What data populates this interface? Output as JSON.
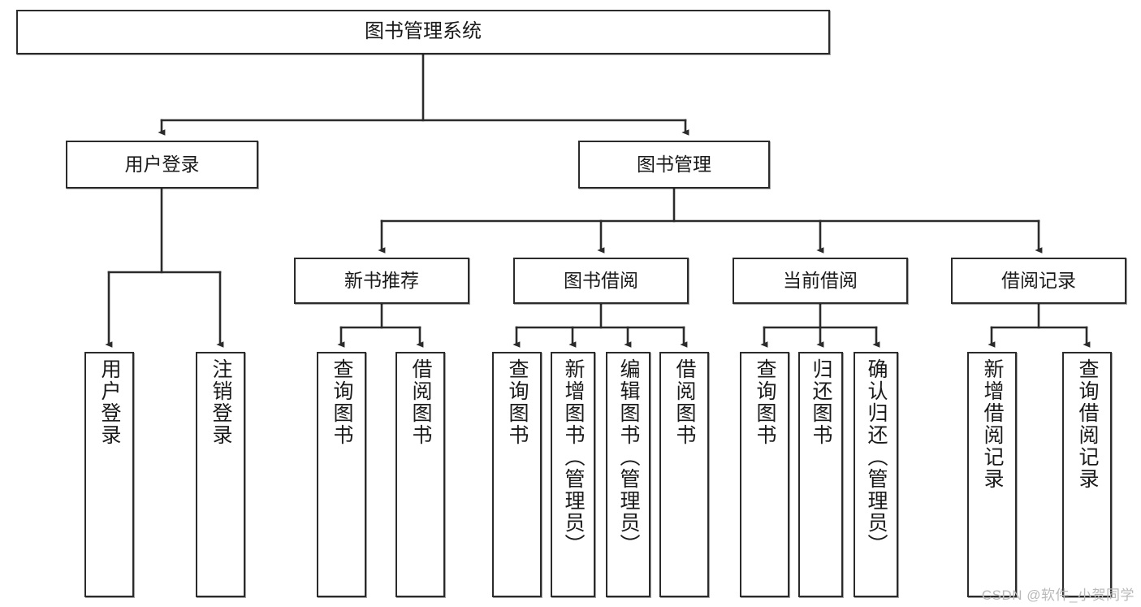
{
  "diagram": {
    "title": "图书管理系统",
    "type": "hierarchy-tree",
    "background_color": "#ffffff",
    "box_border_color": "#2b2b2b",
    "text_color": "#1a1a1a"
  },
  "nodes": {
    "root": {
      "label": "图书管理系统",
      "level": 1,
      "orientation": "horizontal"
    },
    "l2": [
      {
        "id": "user-login",
        "label": "用户登录",
        "level": 2,
        "orientation": "horizontal"
      },
      {
        "id": "book-manage",
        "label": "图书管理",
        "level": 2,
        "orientation": "horizontal"
      }
    ],
    "l3": [
      {
        "id": "new-book-recommend",
        "label": "新书推荐",
        "level": 3,
        "orientation": "horizontal"
      },
      {
        "id": "book-borrow",
        "label": "图书借阅",
        "level": 3,
        "orientation": "horizontal"
      },
      {
        "id": "current-borrow",
        "label": "当前借阅",
        "level": 3,
        "orientation": "horizontal"
      },
      {
        "id": "borrow-record",
        "label": "借阅记录",
        "level": 3,
        "orientation": "horizontal"
      }
    ],
    "leaves": [
      {
        "id": "leaf-user-login",
        "label": "用户登录",
        "parent": "user-login",
        "orientation": "vertical"
      },
      {
        "id": "leaf-logout-login",
        "label": "注销登录",
        "parent": "user-login",
        "orientation": "vertical"
      },
      {
        "id": "leaf-query-book-1",
        "label": "查询图书",
        "parent": "new-book-recommend",
        "orientation": "vertical"
      },
      {
        "id": "leaf-borrow-book-1",
        "label": "借阅图书",
        "parent": "new-book-recommend",
        "orientation": "vertical"
      },
      {
        "id": "leaf-query-book-2",
        "label": "查询图书",
        "parent": "book-borrow",
        "orientation": "vertical"
      },
      {
        "id": "leaf-add-book",
        "label": "新增图书（管理员）",
        "parent": "book-borrow",
        "orientation": "vertical"
      },
      {
        "id": "leaf-edit-book",
        "label": "编辑图书（管理员）",
        "parent": "book-borrow",
        "orientation": "vertical"
      },
      {
        "id": "leaf-borrow-book-2",
        "label": "借阅图书",
        "parent": "book-borrow",
        "orientation": "vertical"
      },
      {
        "id": "leaf-query-book-3",
        "label": "查询图书",
        "parent": "current-borrow",
        "orientation": "vertical"
      },
      {
        "id": "leaf-return-book",
        "label": "归还图书",
        "parent": "current-borrow",
        "orientation": "vertical"
      },
      {
        "id": "leaf-confirm-return",
        "label": "确认归还（管理员）",
        "parent": "current-borrow",
        "orientation": "vertical"
      },
      {
        "id": "leaf-add-record",
        "label": "新增借阅记录",
        "parent": "borrow-record",
        "orientation": "vertical"
      },
      {
        "id": "leaf-query-record",
        "label": "查询借阅记录",
        "parent": "borrow-record",
        "orientation": "vertical"
      }
    ]
  },
  "watermark": {
    "text": "CSDN @软件_小贺同学"
  }
}
